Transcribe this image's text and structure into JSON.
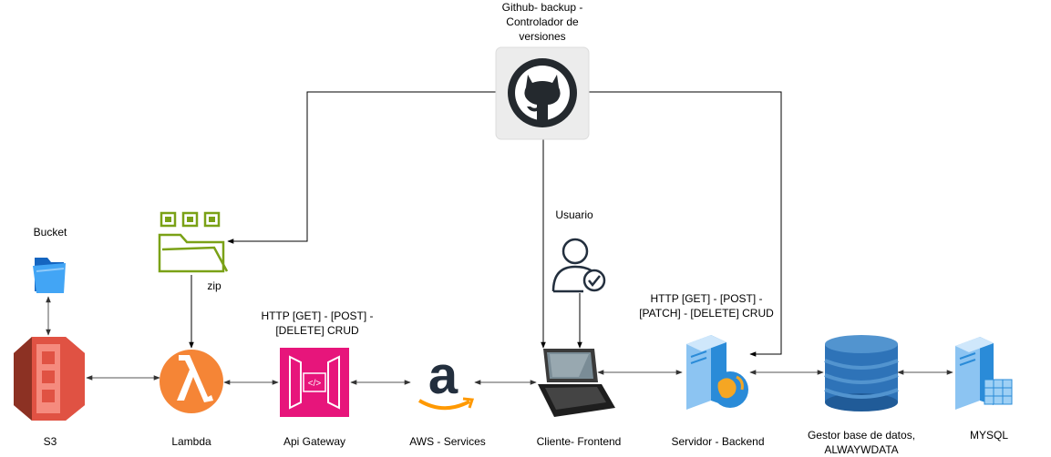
{
  "labels": {
    "github": "Github- backup -\nControlador de\nversiones",
    "usuario": "Usuario",
    "bucket": "Bucket",
    "zip": "zip",
    "http_api": "HTTP [GET] - [POST] -\n[DELETE] CRUD",
    "http_backend": "HTTP [GET] - [POST] -\n[PATCH] - [DELETE] CRUD",
    "s3": "S3",
    "lambda": "Lambda",
    "api_gateway": "Api Gateway",
    "aws_services": "AWS - Services",
    "cliente": "Cliente- Frontend",
    "servidor": "Servidor - Backend",
    "gestor": "Gestor base de datos,\nALWAYWDATA",
    "mysql": "MYSQL"
  },
  "icons": {
    "github": "github-icon",
    "usuario": "user-check-icon",
    "bucket": "folder-icon",
    "zip": "zip-folder-icon",
    "s3": "aws-s3-icon",
    "lambda": "aws-lambda-icon",
    "api_gateway": "api-gateway-icon",
    "aws_services": "amazon-icon",
    "cliente": "laptop-icon",
    "servidor": "server-web-icon",
    "gestor": "database-icon",
    "mysql": "mysql-server-icon"
  },
  "colors": {
    "s3": "#E05243",
    "lambda": "#F58536",
    "api_gateway": "#E7157B",
    "zip": "#7AA116",
    "amazon_arrow": "#FF9900",
    "database": "#2E73B8",
    "server": "#2A8BD8",
    "connector": "#555555"
  }
}
